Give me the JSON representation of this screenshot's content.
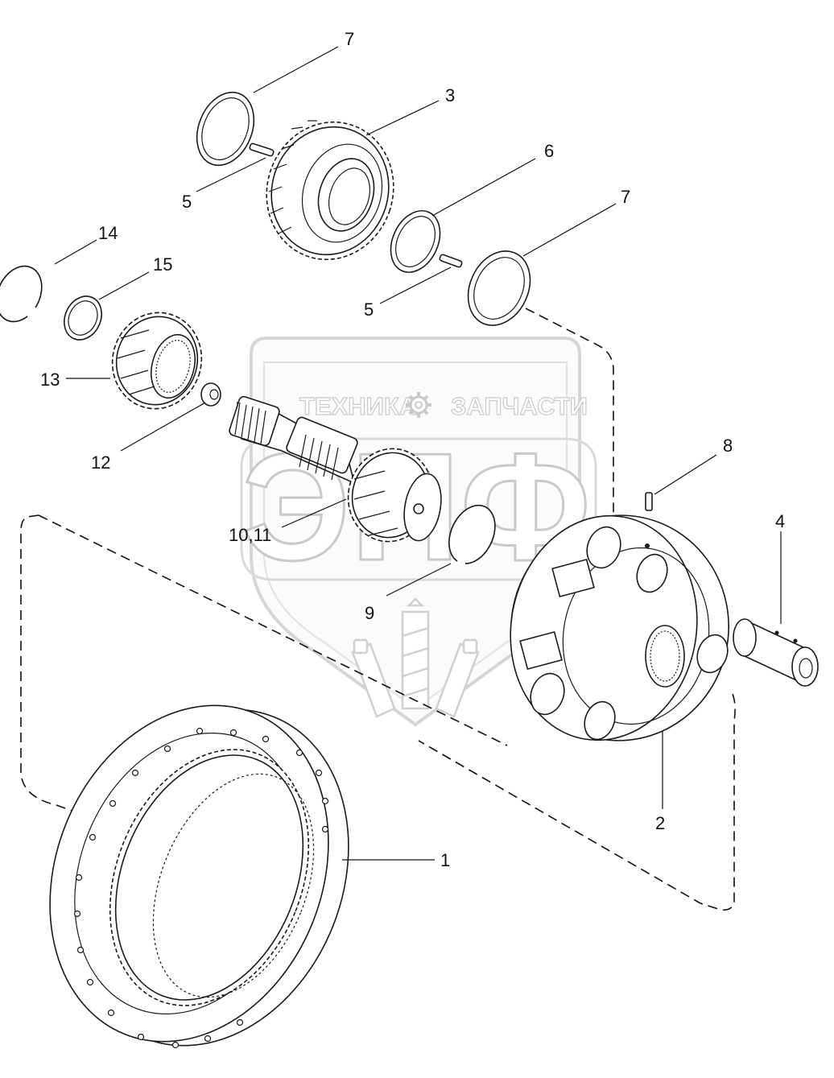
{
  "watermark": {
    "brand_left": "ТЕХНИКА",
    "brand_right": "ЗАПЧАСТИ",
    "logo_letters": "ЭПФ"
  },
  "callouts": [
    {
      "id": "c7a",
      "text": "7"
    },
    {
      "id": "c3",
      "text": "3"
    },
    {
      "id": "c6",
      "text": "6"
    },
    {
      "id": "c7b",
      "text": "7"
    },
    {
      "id": "c5a",
      "text": "5"
    },
    {
      "id": "c5b",
      "text": "5"
    },
    {
      "id": "c14",
      "text": "14"
    },
    {
      "id": "c15",
      "text": "15"
    },
    {
      "id": "c13",
      "text": "13"
    },
    {
      "id": "c12",
      "text": "12"
    },
    {
      "id": "c8",
      "text": "8"
    },
    {
      "id": "c4",
      "text": "4"
    },
    {
      "id": "c1011",
      "text": "10,11"
    },
    {
      "id": "c9",
      "text": "9"
    },
    {
      "id": "c2",
      "text": "2"
    },
    {
      "id": "c1",
      "text": "1"
    }
  ]
}
